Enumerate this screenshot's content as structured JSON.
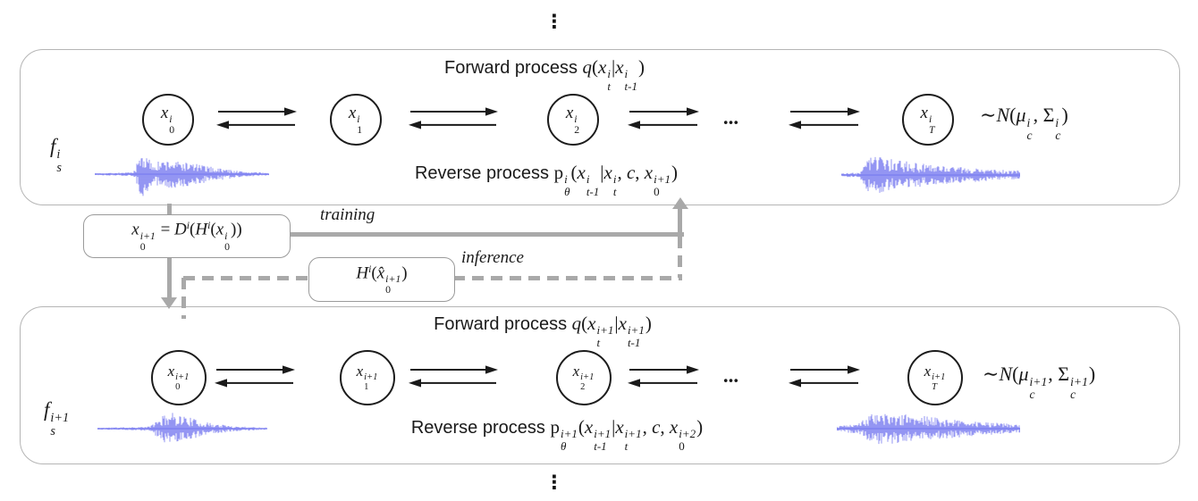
{
  "figure": {
    "top_ellipsis": "⋮",
    "bottom_ellipsis": "⋮",
    "colors": {
      "waveform": "#7a7cf0",
      "connector": "#a9a9a9",
      "box_border": "#b5b5b5",
      "ink": "#1a1a1a"
    },
    "levels": [
      {
        "fs_label": "f_s^i",
        "forward_prefix": "Forward process ",
        "forward_math": "q(x_t^i|x_{t-1}^i)",
        "reverse_prefix": "Reverse process ",
        "reverse_math": "p_θ^i(x_{t-1}^i|x_t^i, c, x_0^{i+1})",
        "nodes": [
          "x_0^i",
          "x_1^i",
          "x_2^i",
          "x_T^i"
        ],
        "dots": "...",
        "gaussian": "∼N(μ_c^i, Σ_c^i)"
      },
      {
        "fs_label": "f_s^{i+1}",
        "forward_prefix": "Forward process ",
        "forward_math": "q(x_t^{i+1}|x_{t-1}^{i+1})",
        "reverse_prefix": "Reverse process ",
        "reverse_math": "p_θ^{i+1}(x_{t-1}^{i+1}|x_t^{i+1}, c, x_0^{i+2})",
        "nodes": [
          "x_0^{i+1}",
          "x_1^{i+1}",
          "x_2^{i+1}",
          "x_T^{i+1}"
        ],
        "dots": "...",
        "gaussian": "∼N(μ_c^{i+1}, Σ_c^{i+1})"
      }
    ],
    "middle": {
      "decoder_box_math": "x_0^{i+1} = D^i(H^i(x_0^i))",
      "encoder_box_math": "H^i(x̂_0^{i+1})",
      "training_label": "training",
      "inference_label": "inference"
    }
  }
}
